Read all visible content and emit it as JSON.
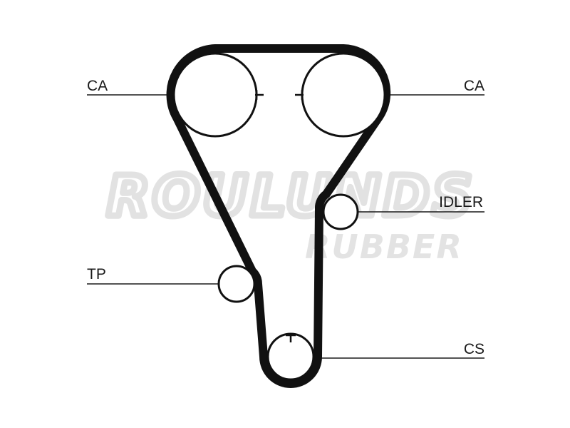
{
  "watermark": {
    "brand": "ROULUNDS",
    "sub": "RUBBER"
  },
  "labels": {
    "ca_left": "CA",
    "ca_right": "CA",
    "idler": "IDLER",
    "tp": "TP",
    "cs": "CS"
  }
}
